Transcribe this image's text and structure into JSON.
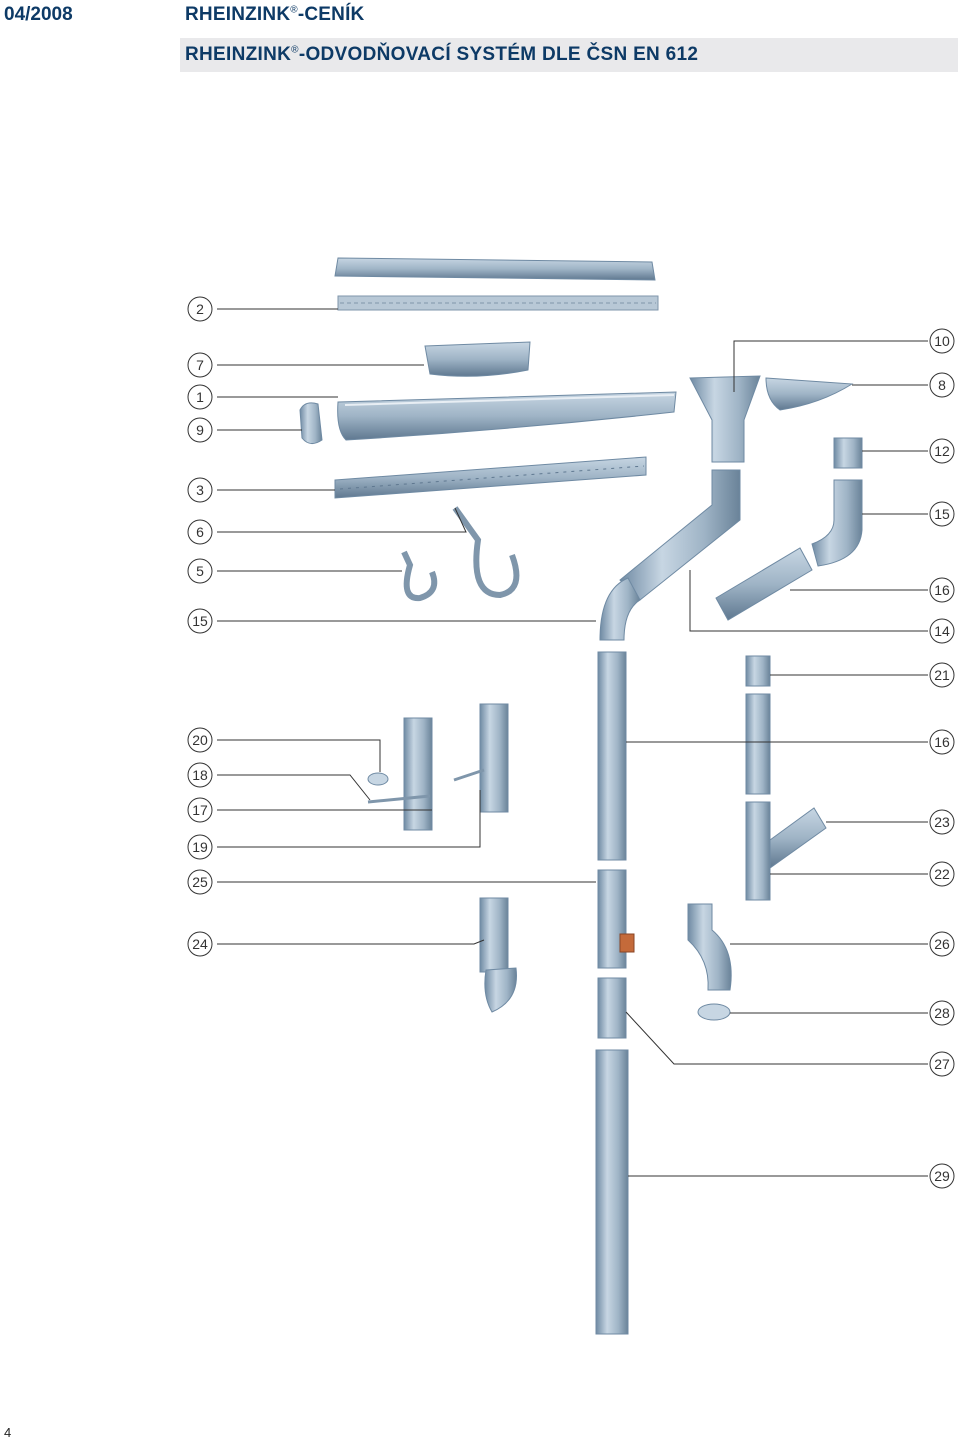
{
  "header": {
    "date": "04/2008",
    "brand": "RHEINZINK",
    "brand_suffix": "-CENÍK",
    "reg_mark": "®",
    "subtitle_brand": "RHEINZINK",
    "subtitle_rest": "-ODVODŇOVACÍ SYSTÉM DLE ČSN EN 612"
  },
  "callouts_left": [
    "2",
    "7",
    "1",
    "9",
    "3",
    "6",
    "5",
    "15",
    "20",
    "18",
    "17",
    "19",
    "25",
    "24"
  ],
  "callouts_right": [
    "10",
    "8",
    "12",
    "15",
    "16",
    "14",
    "21",
    "16",
    "23",
    "22",
    "26",
    "28",
    "27",
    "29"
  ],
  "page_number": "4",
  "colors": {
    "text": "#0d3a66",
    "metal": "#9fb4c6",
    "metal_dark": "#6f8aa3",
    "band": "#e9e9eb"
  }
}
